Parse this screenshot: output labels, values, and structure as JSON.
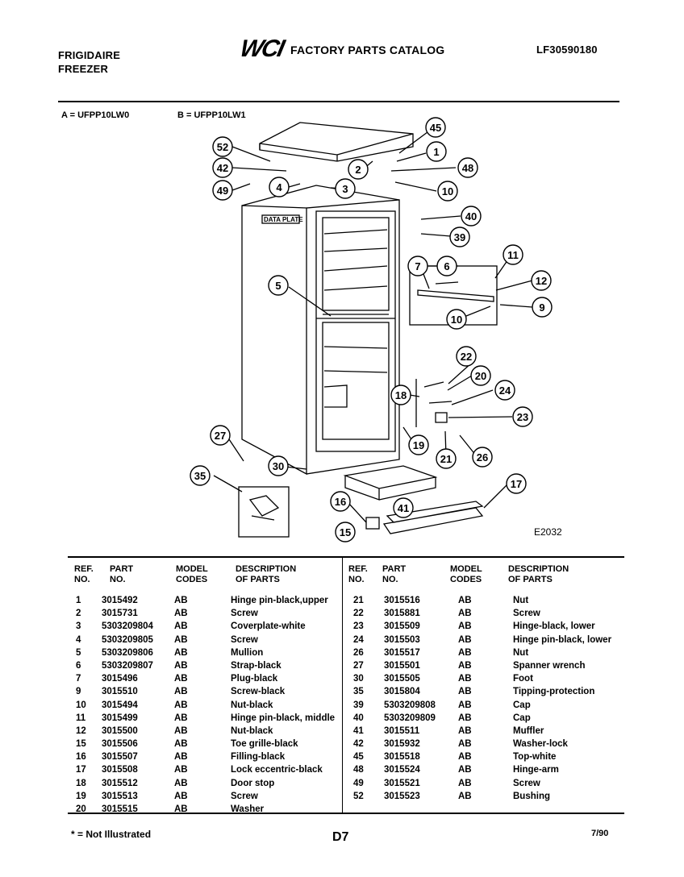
{
  "header": {
    "brand_line1": "FRIGIDAIRE",
    "brand_line2": "FREEZER",
    "logo": "WCI",
    "title": "FACTORY PARTS CATALOG",
    "catalog_code": "LF30590180"
  },
  "models": {
    "a": "A = UFPP10LW0",
    "b": "B = UFPP10LW1"
  },
  "diagram": {
    "drawing_code": "E2032",
    "data_plate_label": "DATA PLATE",
    "callouts": [
      "52",
      "42",
      "49",
      "4",
      "3",
      "2",
      "45",
      "1",
      "48",
      "10",
      "40",
      "39",
      "5",
      "7",
      "6",
      "11",
      "12",
      "9",
      "10",
      "22",
      "20",
      "18",
      "24",
      "23",
      "19",
      "21",
      "26",
      "27",
      "30",
      "35",
      "16",
      "41",
      "15",
      "17"
    ]
  },
  "table": {
    "headers": {
      "ref": "REF.\nNO.",
      "part": "PART\nNO.",
      "model": "MODEL\nCODES",
      "desc": "DESCRIPTION\nOF PARTS"
    },
    "left_rows": [
      {
        "ref": "1",
        "part": "3015492",
        "model": "AB",
        "desc": "Hinge pin-black,upper"
      },
      {
        "ref": "2",
        "part": "3015731",
        "model": "AB",
        "desc": "Screw"
      },
      {
        "ref": "3",
        "part": "5303209804",
        "model": "AB",
        "desc": "Coverplate-white"
      },
      {
        "ref": "4",
        "part": "5303209805",
        "model": "AB",
        "desc": "Screw"
      },
      {
        "ref": "5",
        "part": "5303209806",
        "model": "AB",
        "desc": "Mullion"
      },
      {
        "ref": "6",
        "part": "5303209807",
        "model": "AB",
        "desc": "Strap-black"
      },
      {
        "ref": "7",
        "part": "3015496",
        "model": "AB",
        "desc": "Plug-black"
      },
      {
        "ref": "9",
        "part": "3015510",
        "model": "AB",
        "desc": "Screw-black"
      },
      {
        "ref": "10",
        "part": "3015494",
        "model": "AB",
        "desc": "Nut-black"
      },
      {
        "ref": "11",
        "part": "3015499",
        "model": "AB",
        "desc": "Hinge pin-black, middle"
      },
      {
        "ref": "12",
        "part": "3015500",
        "model": "AB",
        "desc": "Nut-black"
      },
      {
        "ref": "15",
        "part": "3015506",
        "model": "AB",
        "desc": "Toe grille-black"
      },
      {
        "ref": "16",
        "part": "3015507",
        "model": "AB",
        "desc": "Filling-black"
      },
      {
        "ref": "17",
        "part": "3015508",
        "model": "AB",
        "desc": "Lock eccentric-black"
      },
      {
        "ref": "18",
        "part": "3015512",
        "model": "AB",
        "desc": "Door stop"
      },
      {
        "ref": "19",
        "part": "3015513",
        "model": "AB",
        "desc": "Screw"
      },
      {
        "ref": "20",
        "part": "3015515",
        "model": "AB",
        "desc": "Washer"
      }
    ],
    "right_rows": [
      {
        "ref": "21",
        "part": "3015516",
        "model": "AB",
        "desc": "Nut"
      },
      {
        "ref": "22",
        "part": "3015881",
        "model": "AB",
        "desc": "Screw"
      },
      {
        "ref": "23",
        "part": "3015509",
        "model": "AB",
        "desc": "Hinge-black, lower"
      },
      {
        "ref": "24",
        "part": "3015503",
        "model": "AB",
        "desc": "Hinge pin-black, lower"
      },
      {
        "ref": "26",
        "part": "3015517",
        "model": "AB",
        "desc": "Nut"
      },
      {
        "ref": "27",
        "part": "3015501",
        "model": "AB",
        "desc": "Spanner wrench"
      },
      {
        "ref": "30",
        "part": "3015505",
        "model": "AB",
        "desc": "Foot"
      },
      {
        "ref": "35",
        "part": "3015804",
        "model": "AB",
        "desc": "Tipping-protection"
      },
      {
        "ref": "39",
        "part": "5303209808",
        "model": "AB",
        "desc": "Cap"
      },
      {
        "ref": "40",
        "part": "5303209809",
        "model": "AB",
        "desc": "Cap"
      },
      {
        "ref": "41",
        "part": "3015511",
        "model": "AB",
        "desc": "Muffler"
      },
      {
        "ref": "42",
        "part": "3015932",
        "model": "AB",
        "desc": "Washer-lock"
      },
      {
        "ref": "45",
        "part": "3015518",
        "model": "AB",
        "desc": "Top-white"
      },
      {
        "ref": "48",
        "part": "3015524",
        "model": "AB",
        "desc": "Hinge-arm"
      },
      {
        "ref": "49",
        "part": "3015521",
        "model": "AB",
        "desc": "Screw"
      },
      {
        "ref": "52",
        "part": "3015523",
        "model": "AB",
        "desc": "Bushing"
      }
    ]
  },
  "footer": {
    "note": "* = Not Illustrated",
    "page": "D7",
    "date": "7/90"
  }
}
